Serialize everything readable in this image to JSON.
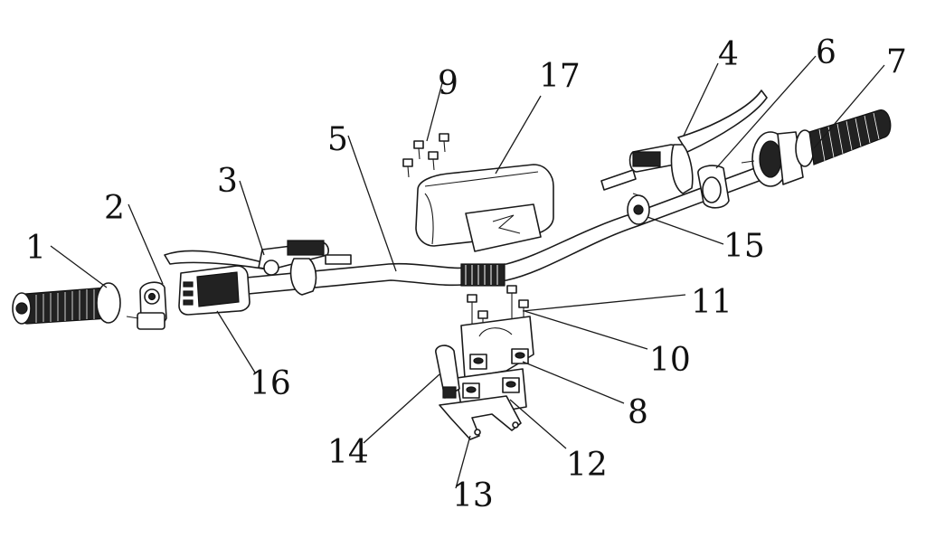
{
  "diagram": {
    "type": "exploded-parts-diagram",
    "callouts": [
      {
        "id": "callout-1",
        "label": "1"
      },
      {
        "id": "callout-2",
        "label": "2"
      },
      {
        "id": "callout-3",
        "label": "3"
      },
      {
        "id": "callout-4",
        "label": "4"
      },
      {
        "id": "callout-5",
        "label": "5"
      },
      {
        "id": "callout-6",
        "label": "6"
      },
      {
        "id": "callout-7",
        "label": "7"
      },
      {
        "id": "callout-8",
        "label": "8"
      },
      {
        "id": "callout-9",
        "label": "9"
      },
      {
        "id": "callout-10",
        "label": "10"
      },
      {
        "id": "callout-11",
        "label": "11"
      },
      {
        "id": "callout-12",
        "label": "12"
      },
      {
        "id": "callout-13",
        "label": "13"
      },
      {
        "id": "callout-14",
        "label": "14"
      },
      {
        "id": "callout-15",
        "label": "15"
      },
      {
        "id": "callout-16",
        "label": "16"
      },
      {
        "id": "callout-17",
        "label": "17"
      }
    ],
    "colors": {
      "line": "#1a1a1a",
      "background": "#ffffff",
      "grip": "#222222"
    }
  }
}
